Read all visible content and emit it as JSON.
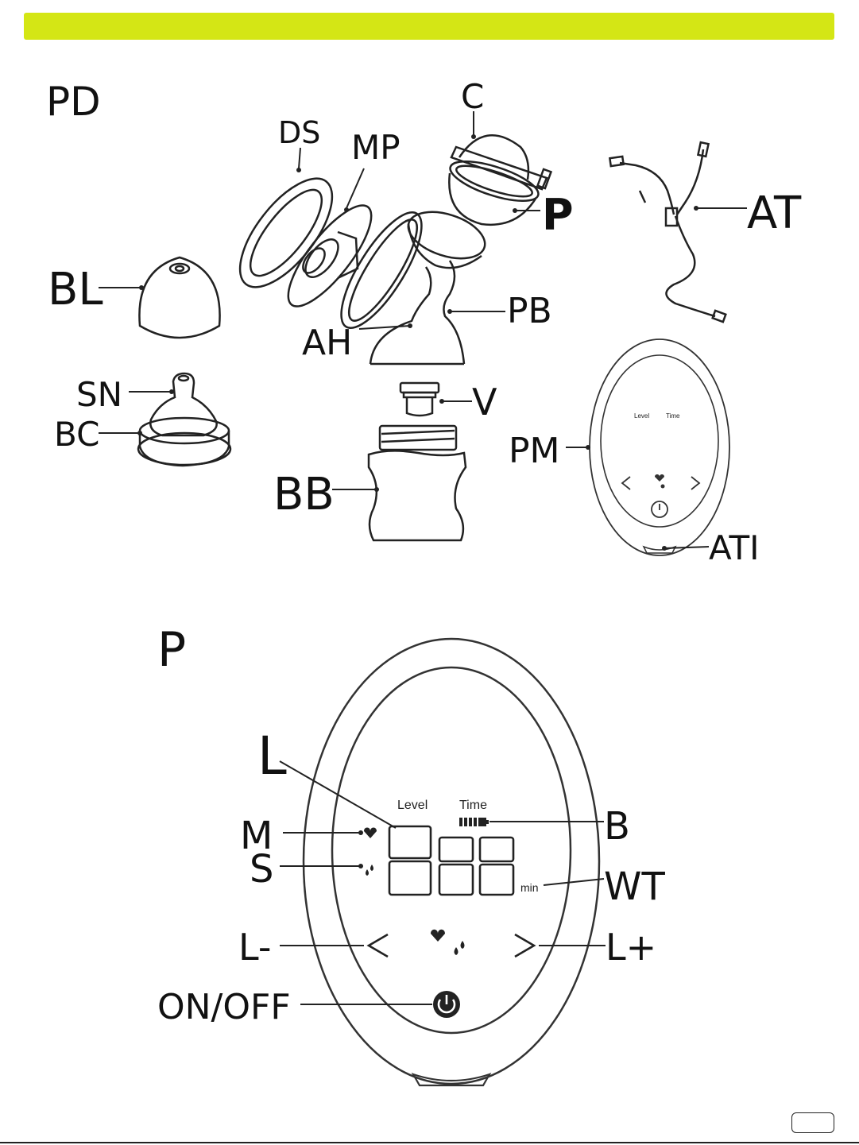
{
  "header": {
    "accent_color": "#d4e615"
  },
  "sections": {
    "parts_heading": "PD",
    "panel_heading": "P"
  },
  "parts": {
    "ds": "DS",
    "mp": "MP",
    "c": "C",
    "p": "P",
    "at": "AT",
    "bl": "BL",
    "pb": "PB",
    "ah": "AH",
    "sn": "SN",
    "bc": "BC",
    "v": "V",
    "bb": "BB",
    "pm": "PM",
    "ati": "ATI"
  },
  "mini_panel": {
    "level": "Level",
    "time": "Time"
  },
  "panel": {
    "labels": {
      "l": "L",
      "m": "M",
      "s": "S",
      "b": "B",
      "wt": "WT",
      "l_minus": "L-",
      "l_plus": "L+",
      "on_off": "ON/OFF"
    },
    "display": {
      "level": "Level",
      "time": "Time",
      "unit": "min"
    },
    "icons": [
      "massage-heart-icon",
      "suction-drops-icon",
      "battery-icon",
      "chevron-left-icon",
      "chevron-right-icon",
      "power-icon"
    ]
  }
}
